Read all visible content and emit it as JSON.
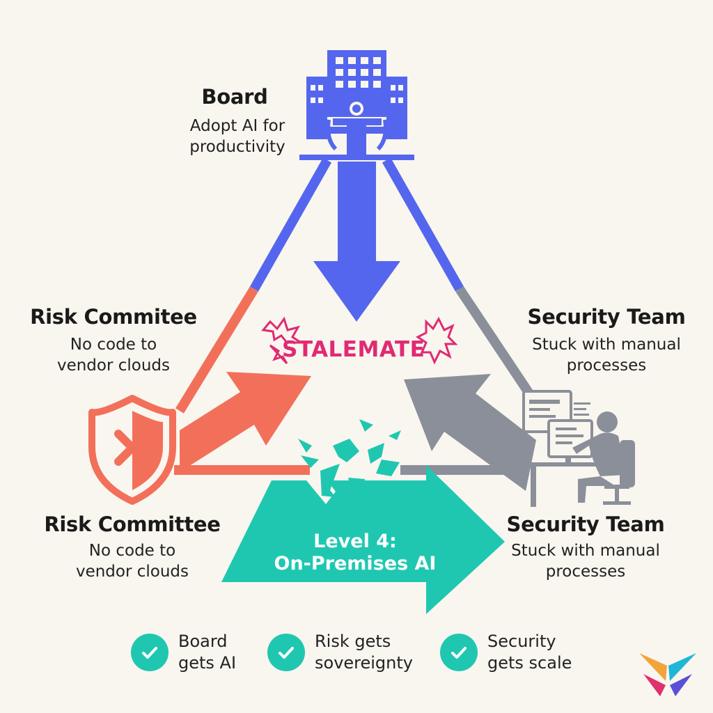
{
  "board": {
    "title": "Board",
    "subtitle_line1": "Adopt AI for",
    "subtitle_line2": "productivity"
  },
  "risk_top": {
    "title": "Risk Commitee",
    "subtitle_line1": "No code to",
    "subtitle_line2": "vendor clouds"
  },
  "security_top": {
    "title": "Security Team",
    "subtitle_line1": "Stuck with manual",
    "subtitle_line2": "processes"
  },
  "risk_bottom": {
    "title": "Risk Committee",
    "subtitle_line1": "No code to",
    "subtitle_line2": "vendor clouds"
  },
  "security_bottom": {
    "title": "Security Team",
    "subtitle_line1": "Stuck with manual",
    "subtitle_line2": "processes"
  },
  "stalemate": "STALEMATE",
  "solution": {
    "line1": "Level 4:",
    "line2": "On-Premises AI"
  },
  "benefits": [
    {
      "line1": "Board",
      "line2": "gets AI",
      "icon": "check-circle-icon"
    },
    {
      "line1": "Risk gets",
      "line2": "sovereignty",
      "icon": "check-circle-icon"
    },
    {
      "line1": "Security",
      "line2": "gets scale",
      "icon": "check-circle-icon"
    }
  ],
  "colors": {
    "board": "#5566ee",
    "risk": "#f2705a",
    "security": "#8a8f99",
    "solution": "#1fc7b0",
    "stalemate": "#e02a73",
    "background": "#f9f6ef"
  }
}
